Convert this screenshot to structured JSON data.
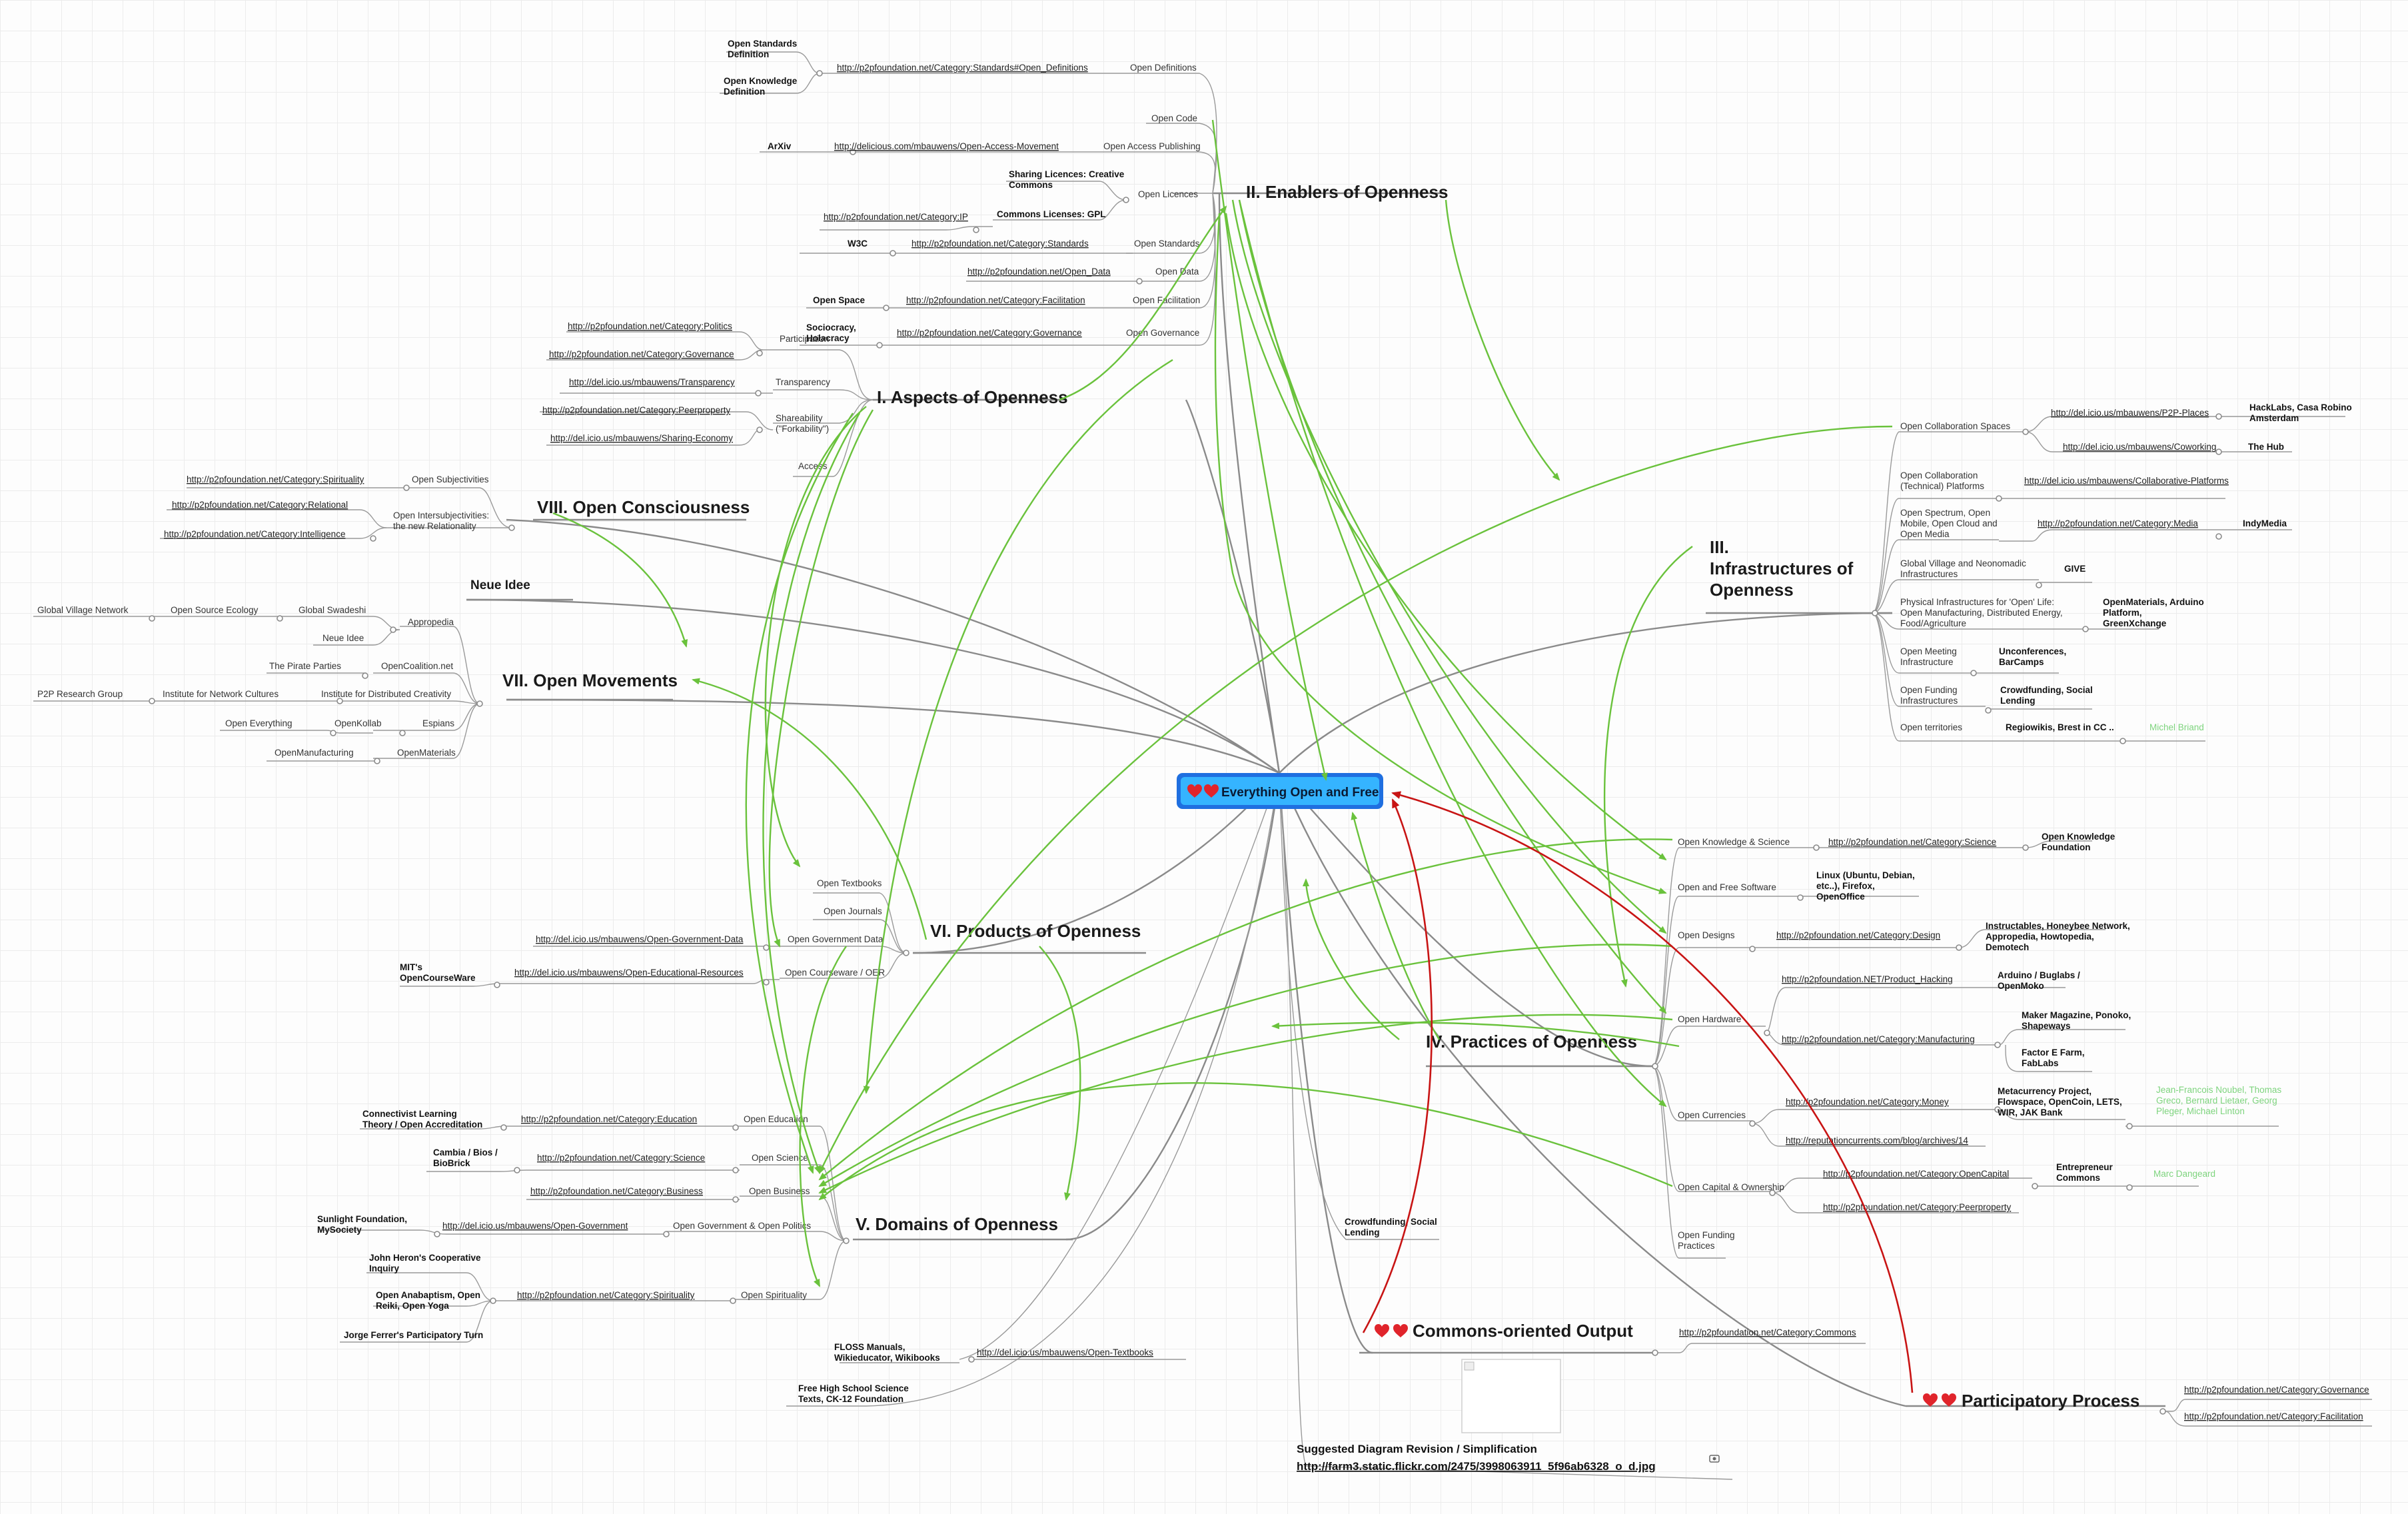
{
  "central": {
    "label": "Everything Open and Free"
  },
  "main": {
    "aspects": "I. Aspects of Openness",
    "enablers": "II. Enablers of Openness",
    "infra1": "III.",
    "infra2": "Infrastructures of",
    "infra3": "Openness",
    "practices": "IV. Practices of Openness",
    "domains": "V. Domains of Openness",
    "products": "VI. Products of Openness",
    "movements": "VII. Open Movements",
    "consciousness": "VIII. Open Consciousness",
    "neue_idee": "Neue Idee",
    "commons_output": "Commons-oriented Output",
    "participatory": "Participatory Process"
  },
  "enablers": {
    "open_definitions": "Open Definitions",
    "open_definitions_link": "http://p2pfoundation.net/Category:Standards#Open_Definitions",
    "open_standards_def1": "Open Standards",
    "open_standards_def2": "Definition",
    "open_knowledge_def1": "Open Knowledge",
    "open_knowledge_def2": "Definition",
    "open_code": "Open Code",
    "open_access": "Open Access Publishing",
    "open_access_link": "http://delicious.com/mbauwens/Open-Access-Movement",
    "arxiv": "ArXiv",
    "open_licences": "Open Licences",
    "sharing_lic1": "Sharing Licences: Creative",
    "sharing_lic2": "Commons",
    "commons_lic": "Commons Licenses: GPL",
    "ip_link": "http://p2pfoundation.net/Category:IP",
    "open_standards": "Open Standards",
    "standards_link": "http://p2pfoundation.net/Category:Standards",
    "w3c": "W3C",
    "open_data": "Open Data",
    "open_data_link": "http://p2pfoundation.net/Open_Data",
    "open_facilitation": "Open Facilitation",
    "facilitation_link": "http://p2pfoundation.net/Category:Facilitation",
    "open_space": "Open Space",
    "open_governance": "Open Governance",
    "governance_link": "http://p2pfoundation.net/Category:Governance",
    "sociocracy1": "Sociocracy,",
    "sociocracy2": "Holacracy"
  },
  "aspects": {
    "participation": "Participation",
    "politics_link": "http://p2pfoundation.net/Category:Politics",
    "governance_link": "http://p2pfoundation.net/Category:Governance",
    "transparency": "Transparency",
    "transparency_link": "http://del.icio.us/mbauwens/Transparency",
    "shareability1": "Shareability",
    "shareability2": "(\"Forkability\")",
    "peerproperty_link": "http://p2pfoundation.net/Category:Peerproperty",
    "sharing_economy_link": "http://del.icio.us/mbauwens/Sharing-Economy",
    "access": "Access"
  },
  "consciousness": {
    "open_subjectivities": "Open Subjectivities",
    "spirituality_link": "http://p2pfoundation.net/Category:Spirituality",
    "intersub1": "Open Intersubjectivities:",
    "intersub2": "the new Relationality",
    "relational_link": "http://p2pfoundation.net/Category:Relational",
    "intelligence_link": "http://p2pfoundation.net/Category:Intelligence"
  },
  "movements": {
    "appropedia": "Appropedia",
    "global_swadeshi": "Global Swadeshi",
    "open_source_ecology": "Open Source Ecology",
    "global_village": "Global Village Network",
    "neue_idee": "Neue Idee",
    "opencoalition": "OpenCoalition.net",
    "pirate_parties": "The Pirate Parties",
    "idc": "Institute for Distributed Creativity",
    "inc": "Institute for Network Cultures",
    "p2p_research": "P2P Research Group",
    "espians": "Espians",
    "openkollab": "OpenKollab",
    "open_everything": "Open Everything",
    "openmaterials": "OpenMaterials",
    "openmanufacturing": "OpenManufacturing"
  },
  "infrastructures": {
    "collab_spaces": "Open Collaboration Spaces",
    "p2p_places_link": "http://del.icio.us/mbauwens/P2P-Places",
    "hacklabs1": "HackLabs, Casa Robino",
    "hacklabs2": "Amsterdam",
    "coworking_link": "http://del.icio.us/mbauwens/Coworking",
    "the_hub": "The Hub",
    "collab_platforms1": "Open Collaboration",
    "collab_platforms2": "(Technical) Platforms",
    "collab_platforms_link": "http://del.icio.us/mbauwens/Collaborative-Platforms",
    "spectrum1": "Open Spectrum, Open",
    "spectrum2": "Mobile, Open Cloud and",
    "spectrum3": "Open Media",
    "media_link": "http://p2pfoundation.net/Category:Media",
    "indymedia": "IndyMedia",
    "global_village1": "Global Village and Neonomadic",
    "global_village2": "Infrastructures",
    "give": "GIVE",
    "physical1": "Physical Infrastructures for 'Open' Life:",
    "physical2": "Open Manufacturing, Distributed Energy,",
    "physical3": "Food/Agriculture",
    "openmaterials1": "OpenMaterials, Arduino",
    "openmaterials2": "Platform,",
    "openmaterials3": "GreenXchange",
    "meeting1": "Open Meeting",
    "meeting2": "Infrastructure",
    "unconf1": "Unconferences,",
    "unconf2": "BarCamps",
    "funding1": "Open Funding",
    "funding2": "Infrastructures",
    "crowdfunding1": "Crowdfunding, Social",
    "crowdfunding2": "Lending",
    "territories": "Open territories",
    "regiowikis": "Regiowikis, Brest in CC ..",
    "michel_briand": "Michel Briand"
  },
  "practices": {
    "knowledge_science": "Open Knowledge & Science",
    "science_link": "http://p2pfoundation.net/Category:Science",
    "okf1": "Open Knowledge",
    "okf2": "Foundation",
    "free_software": "Open and Free Software",
    "linux1": "Linux (Ubuntu, Debian,",
    "linux2": "etc..), Firefox,",
    "linux3": "OpenOffice",
    "open_designs": "Open Designs",
    "design_link": "http://p2pfoundation.net/Category:Design",
    "instructables1": "Instructables, Honeybee Network,",
    "instructables2": "Appropedia, Howtopedia,",
    "instructables3": "Demotech",
    "open_hardware": "Open Hardware",
    "hacking_link": "http://p2pfoundation.NET/Product_Hacking",
    "arduino1": "Arduino / Buglabs /",
    "arduino2": "OpenMoko",
    "manufacturing_link": "http://p2pfoundation.net/Category:Manufacturing",
    "maker1": "Maker Magazine, Ponoko,",
    "maker2": "Shapeways",
    "factor1": "Factor E Farm,",
    "factor2": "FabLabs",
    "open_currencies": "Open Currencies",
    "money_link": "http://p2pfoundation.net/Category:Money",
    "meta1": "Metacurrency Project,",
    "meta2": "Flowspace, OpenCoin, LETS,",
    "meta3": "WIR, JAK Bank",
    "people1": "Jean-Francois Noubel, Thomas",
    "people2": "Greco, Bernard Lietaer, Georg",
    "people3": "Pleger, Michael Linton",
    "reputation_link": "http://reputationcurrents.com/blog/archives/14",
    "capital": "Open Capital & Ownership",
    "opencapital_link": "http://p2pfoundation.net/Category:OpenCapital",
    "entrepreneur1": "Entrepreneur",
    "entrepreneur2": "Commons",
    "marc": "Marc Dangeard",
    "peerproperty_link": "http://p2pfoundation.net/Category:Peerproperty",
    "funding1": "Open Funding",
    "funding2": "Practices",
    "crowdfunding1": "Crowdfunding, Social",
    "crowdfunding2": "Lending"
  },
  "products": {
    "textbooks": "Open Textbooks",
    "journals": "Open Journals",
    "gov_data": "Open Government Data",
    "gov_data_link": "http://del.icio.us/mbauwens/Open-Government-Data",
    "courseware": "Open Courseware / OER",
    "oer_link": "http://del.icio.us/mbauwens/Open-Educational-Resources",
    "mit1": "MIT's",
    "mit2": "OpenCourseWare",
    "textbooks_link": "http://del.icio.us/mbauwens/Open-Textbooks",
    "floss1": "FLOSS Manuals,",
    "floss2": "Wikieducator, Wikibooks",
    "ck12_1": "Free High School Science",
    "ck12_2": "Texts, CK-12 Foundation"
  },
  "domains": {
    "education": "Open Education",
    "education_link": "http://p2pfoundation.net/Category:Education",
    "connectivist1": "Connectivist Learning",
    "connectivist2": "Theory / Open Accreditation",
    "science": "Open Science",
    "science_link": "http://p2pfoundation.net/Category:Science",
    "cambia1": "Cambia / Bios /",
    "cambia2": "BioBrick",
    "business": "Open Business",
    "business_link": "http://p2pfoundation.net/Category:Business",
    "government": "Open Government & Open Politics",
    "government_link": "http://del.icio.us/mbauwens/Open-Government",
    "sunlight1": "Sunlight Foundation,",
    "sunlight2": "MySociety",
    "spirituality": "Open Spirituality",
    "spirituality_link": "http://p2pfoundation.net/Category:Spirituality",
    "heron1": "John Heron's Cooperative",
    "heron2": "Inquiry",
    "anabaptism1": "Open Anabaptism, Open",
    "anabaptism2": "Reiki, Open Yoga",
    "ferrer": "Jorge Ferrer's Participatory Turn"
  },
  "output": {
    "commons_link": "http://p2pfoundation.net/Category:Commons",
    "gov_link": "http://p2pfoundation.net/Category:Governance",
    "fac_link": "http://p2pfoundation.net/Category:Facilitation",
    "revision1": "Suggested Diagram Revision / Simplification",
    "revision2": "http://farm3.static.flickr.com/2475/3998063911_5f96ab6328_o_d.jpg"
  },
  "colors": {
    "central_fill": "#35b4ff",
    "central_border": "#1f6fe0",
    "relation_green": "#6ac23c",
    "relation_red": "#c81414",
    "heart": "#e0242b"
  },
  "icons": [
    "heart-icon",
    "image-placeholder-icon",
    "attachment-icon"
  ]
}
